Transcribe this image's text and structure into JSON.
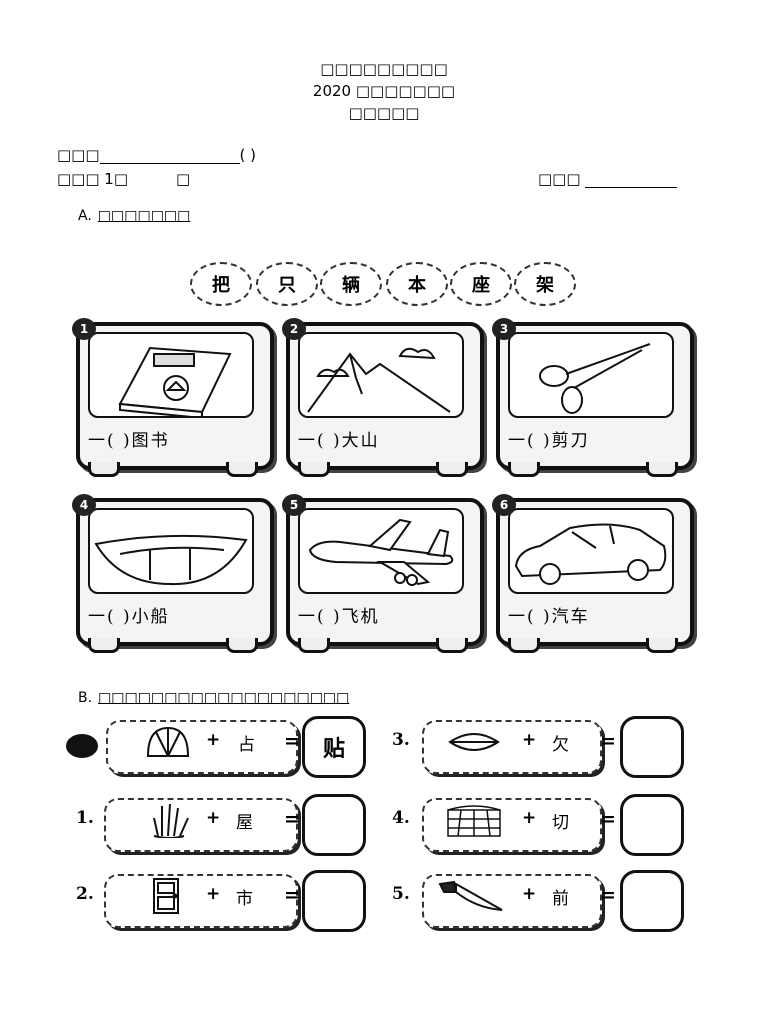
{
  "header": {
    "school": "□□□□□□□□□",
    "year_line": "2020 □□□□□□□",
    "subject": "□□□□□"
  },
  "student": {
    "name_label": "□□□",
    "name_paren": "(          )",
    "class_label": "□□□ 1□",
    "class_suffix": "□",
    "date_label": "□□□"
  },
  "section_a": {
    "letter": "A.",
    "title": "□□□□□□□",
    "words": [
      "把",
      "只",
      "辆",
      "本",
      "座",
      "架"
    ],
    "items": [
      {
        "num": "1",
        "yi": "一",
        "blank": "(        )",
        "noun": "图书",
        "icon": "storybook-icon"
      },
      {
        "num": "2",
        "yi": "一",
        "blank": "(        )",
        "noun": "大山",
        "icon": "mountain-icon"
      },
      {
        "num": "3",
        "yi": "一",
        "blank": "(        )",
        "noun": "剪刀",
        "icon": "scissors-icon"
      },
      {
        "num": "4",
        "yi": "一",
        "blank": "(        )",
        "noun": "小船",
        "icon": "boat-icon"
      },
      {
        "num": "5",
        "yi": "一",
        "blank": "(        )",
        "noun": "飞机",
        "icon": "airplane-icon"
      },
      {
        "num": "6",
        "yi": "一",
        "blank": "(        )",
        "noun": "汽车",
        "icon": "car-icon"
      }
    ]
  },
  "section_b": {
    "letter": "B.",
    "title": "□□□□□□□□□□□□□□□□□□□",
    "rows": [
      {
        "label": "",
        "icon": "shell-icon",
        "plus": "+",
        "char": "占",
        "eq": "=",
        "answer": "贴"
      },
      {
        "label": "3.",
        "icon": "lips-icon",
        "plus": "+",
        "char": "欠",
        "eq": "=",
        "answer": ""
      },
      {
        "label": "1.",
        "icon": "hand-icon",
        "plus": "+",
        "char": "屋",
        "eq": "=",
        "answer": ""
      },
      {
        "label": "4.",
        "icon": "field-icon",
        "plus": "+",
        "char": "切",
        "eq": "=",
        "answer": ""
      },
      {
        "label": "2.",
        "icon": "door-icon",
        "plus": "+",
        "char": "市",
        "eq": "=",
        "answer": ""
      },
      {
        "label": "5.",
        "icon": "knife-icon",
        "plus": "+",
        "char": "前",
        "eq": "=",
        "answer": ""
      }
    ]
  }
}
